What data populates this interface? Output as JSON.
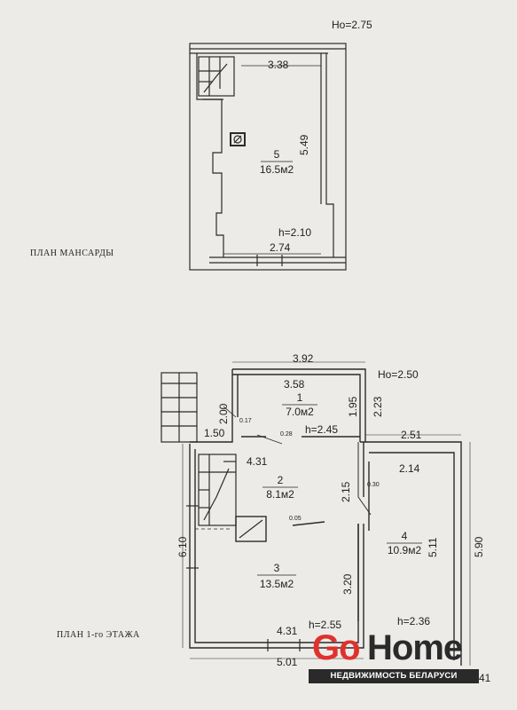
{
  "attic": {
    "title": "ПЛАН  МАНСАРДЫ",
    "ceiling_mark": "Но=2.75",
    "top_dim": "3.38",
    "right_dim": "5.49",
    "bottom_dim": "2.74",
    "height_label": "h=2.10",
    "room": {
      "number": "5",
      "area": "16.5м2"
    }
  },
  "ground": {
    "title": "ПЛАН  1-го ЭТАЖА",
    "ceiling_mark": "Но=2.50",
    "dims": {
      "top_outer": "3.92",
      "room1_width": "3.58",
      "room1_height": "1.95",
      "right_step": "2.23",
      "stair_width": "2.00",
      "stair_len": "1.50",
      "room2_width": "4.31",
      "room2_right": "2.15",
      "left_total": "6.10",
      "room3_right": "3.20",
      "bottom_inner": "4.31",
      "bottom_outer": "5.01",
      "annex_outer": "2.51",
      "annex_inner": "2.14",
      "annex_height_inner": "5.11",
      "annex_height_outer": "5.90",
      "bottom_right_partial": "41"
    },
    "small_dims": {
      "d017": "0.17",
      "d028": "0.28",
      "d030": "0.30",
      "d005": "0.05"
    },
    "heights": {
      "h1": "h=2.45",
      "h3": "h=2.55",
      "h4": "h=2.36"
    },
    "rooms": [
      {
        "number": "1",
        "area": "7.0м2"
      },
      {
        "number": "2",
        "area": "8.1м2"
      },
      {
        "number": "3",
        "area": "13.5м2"
      },
      {
        "number": "4",
        "area": "10.9м2"
      }
    ]
  },
  "logo": {
    "go": "Go",
    "home": "Home",
    "tagline": "НЕДВИЖИМОСТЬ БЕЛАРУСИ"
  },
  "colors": {
    "background": "#ecebe8",
    "line": "#2b2b2b",
    "logo_red": "#e0312d",
    "logo_dark": "#2a2a2a"
  }
}
